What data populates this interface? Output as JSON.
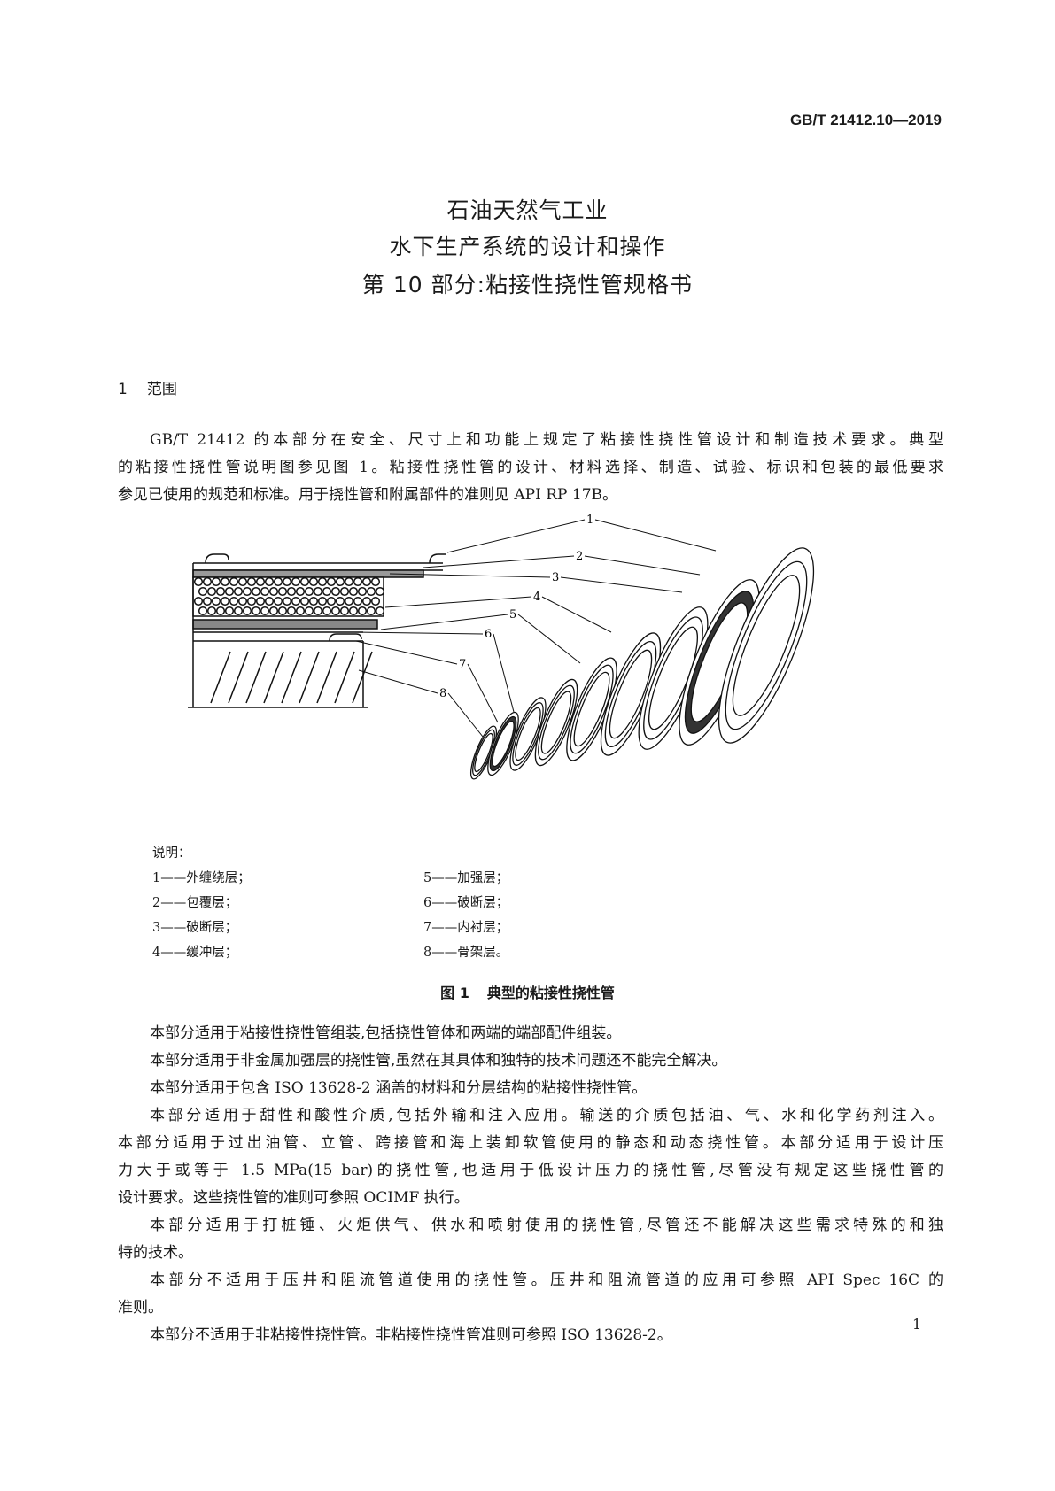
{
  "header": {
    "doc_code": "GB/T 21412.10—2019"
  },
  "title": {
    "lines": [
      "石油天然气工业",
      "水下生产系统的设计和操作",
      "第 10 部分:粘接性挠性管规格书"
    ]
  },
  "section": {
    "number": "1",
    "title": "范围"
  },
  "intro_lines": [
    "GB/T 21412 的本部分在安全、尺寸上和功能上规定了粘接性挠性管设计和制造技术要求。典型",
    "的粘接性挠性管说明图参见图 1。粘接性挠性管的设计、材料选择、制造、试验、标识和包装的最低要求",
    "参见已使用的规范和标准。用于挠性管和附属部件的准则见 API RP 17B。"
  ],
  "figure": {
    "callouts": [
      "1",
      "2",
      "3",
      "4",
      "5",
      "6",
      "7",
      "8"
    ],
    "legend_title": "说明：",
    "legend": [
      "1——外缠绕层；",
      "2——包覆层；",
      "3——破断层；",
      "4——缓冲层；",
      "5——加强层；",
      "6——破断层；",
      "7——内衬层；",
      "8——骨架层。"
    ],
    "caption_number": "图 1",
    "caption_title": "典型的粘接性挠性管"
  },
  "body_paragraphs": [
    [
      "本部分适用于粘接性挠性管组装,包括挠性管体和两端的端部配件组装。"
    ],
    [
      "本部分适用于非金属加强层的挠性管,虽然在其具体和独特的技术问题还不能完全解决。"
    ],
    [
      "本部分适用于包含 ISO 13628-2 涵盖的材料和分层结构的粘接性挠性管。"
    ],
    [
      "本部分适用于甜性和酸性介质,包括外输和注入应用。输送的介质包括油、气、水和化学药剂注入。",
      "本部分适用于过出油管、立管、跨接管和海上装卸软管使用的静态和动态挠性管。本部分适用于设计压",
      "力大于或等于 1.5 MPa(15 bar)的挠性管,也适用于低设计压力的挠性管,尽管没有规定这些挠性管的",
      "设计要求。这些挠性管的准则可参照 OCIMF 执行。"
    ],
    [
      "本部分适用于打桩锤、火炬供气、供水和喷射使用的挠性管,尽管还不能解决这些需求特殊的和独",
      "特的技术。"
    ],
    [
      "本部分不适用于压井和阻流管道使用的挠性管。压井和阻流管道的应用可参照 API Spec 16C 的",
      "准则。"
    ],
    [
      "本部分不适用于非粘接性挠性管。非粘接性挠性管准则可参照 ISO 13628-2。"
    ]
  ],
  "footer": {
    "page_number": "1"
  }
}
